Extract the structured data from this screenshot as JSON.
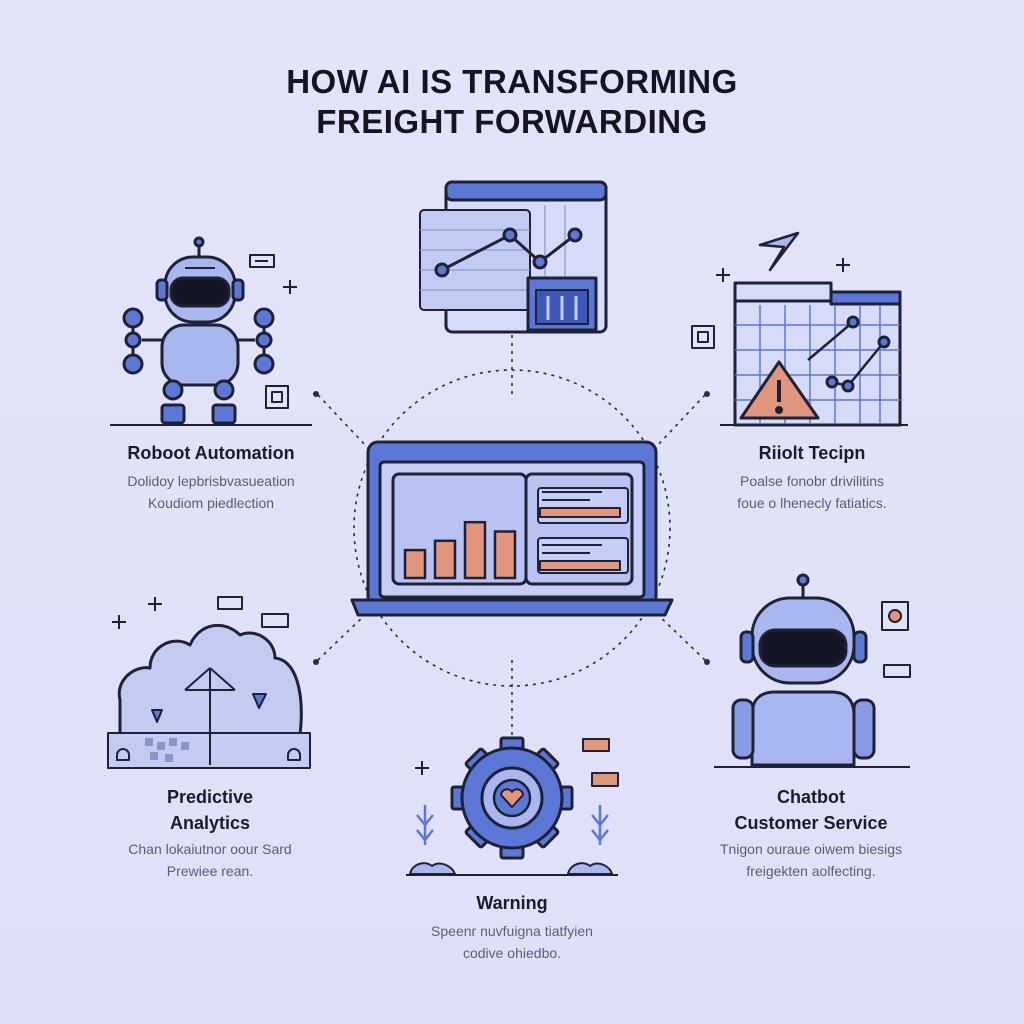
{
  "title": {
    "line1": "HOW AI IS TRANSFORMING",
    "line2": "FREIGHT FORWARDING"
  },
  "nodes": {
    "robot_automation": {
      "label": "Roboot Automation",
      "desc1": "Dolidoy lepbrisbvasueation",
      "desc2": "Koudiom piedlection"
    },
    "risk_detection": {
      "label": "Riiolt Tecipn",
      "desc1": "Poalse fonobr drivilitins",
      "desc2": "foue o lhenecly fatiatics."
    },
    "predictive_analytics": {
      "label1": "Predictive",
      "label2": "Analytics",
      "desc1": "Chan lokaiutnor oour Sard",
      "desc2": "Prewiee rean."
    },
    "chatbot": {
      "label1": "Chatbot",
      "label2": "Customer Service",
      "desc1": "Tnigon ouraue oiwem biesigs",
      "desc2": "freigekten aolfecting."
    },
    "warning": {
      "label": "Warning",
      "desc1": "Speenr nuvfuigna tiatfyien",
      "desc2": "codive ohiedbo."
    }
  },
  "center_chart": {
    "bar_heights_relative": [
      0.45,
      0.6,
      0.9,
      0.75
    ]
  },
  "colors": {
    "background": "#e1e2f8",
    "primary_blue": "#5b78d6",
    "light_blue": "#a9b7f0",
    "outline": "#1f2235",
    "salmon": "#e2957d"
  }
}
